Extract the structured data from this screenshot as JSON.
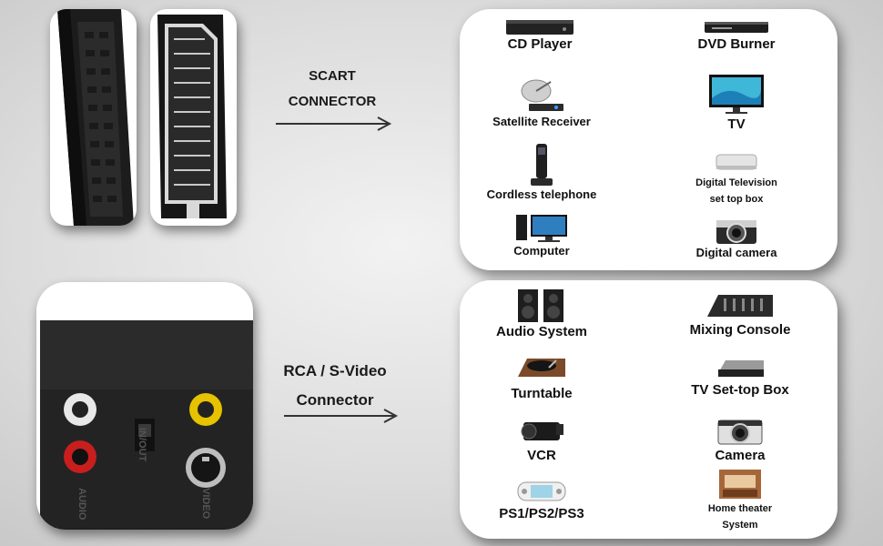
{
  "scart": {
    "line1": "SCART",
    "line2": "CONNECTOR"
  },
  "rca": {
    "line1": "RCA / S-Video",
    "line2": "Connector"
  },
  "adapter_labels": {
    "in_out": "IN/OUT",
    "audio": "AUDIO",
    "video": "VIDEO"
  },
  "scart_devices": [
    {
      "label": "CD Player",
      "icon": "cd-player-icon"
    },
    {
      "label": "DVD Burner",
      "icon": "dvd-burner-icon"
    },
    {
      "label": "Satellite Receiver",
      "icon": "satellite-receiver-icon"
    },
    {
      "label": "TV",
      "icon": "tv-icon"
    },
    {
      "label": "Cordless telephone",
      "icon": "cordless-phone-icon"
    },
    {
      "label": "Digital Television",
      "label2": "set top box",
      "icon": "set-top-box-icon"
    },
    {
      "label": "Computer",
      "icon": "computer-icon"
    },
    {
      "label": "Digital camera",
      "icon": "digital-camera-icon"
    }
  ],
  "rca_devices": [
    {
      "label": "Audio System",
      "icon": "speakers-icon"
    },
    {
      "label": "Mixing Console",
      "icon": "mixing-console-icon"
    },
    {
      "label": "Turntable",
      "icon": "turntable-icon"
    },
    {
      "label": "TV Set-top Box",
      "icon": "tv-set-top-box-icon"
    },
    {
      "label": "VCR",
      "icon": "camcorder-icon"
    },
    {
      "label": "Camera",
      "icon": "camera-icon"
    },
    {
      "label": "PS1/PS2/PS3",
      "icon": "handheld-console-icon"
    },
    {
      "label": "Home theater",
      "label2": "System",
      "icon": "home-theater-icon"
    }
  ]
}
